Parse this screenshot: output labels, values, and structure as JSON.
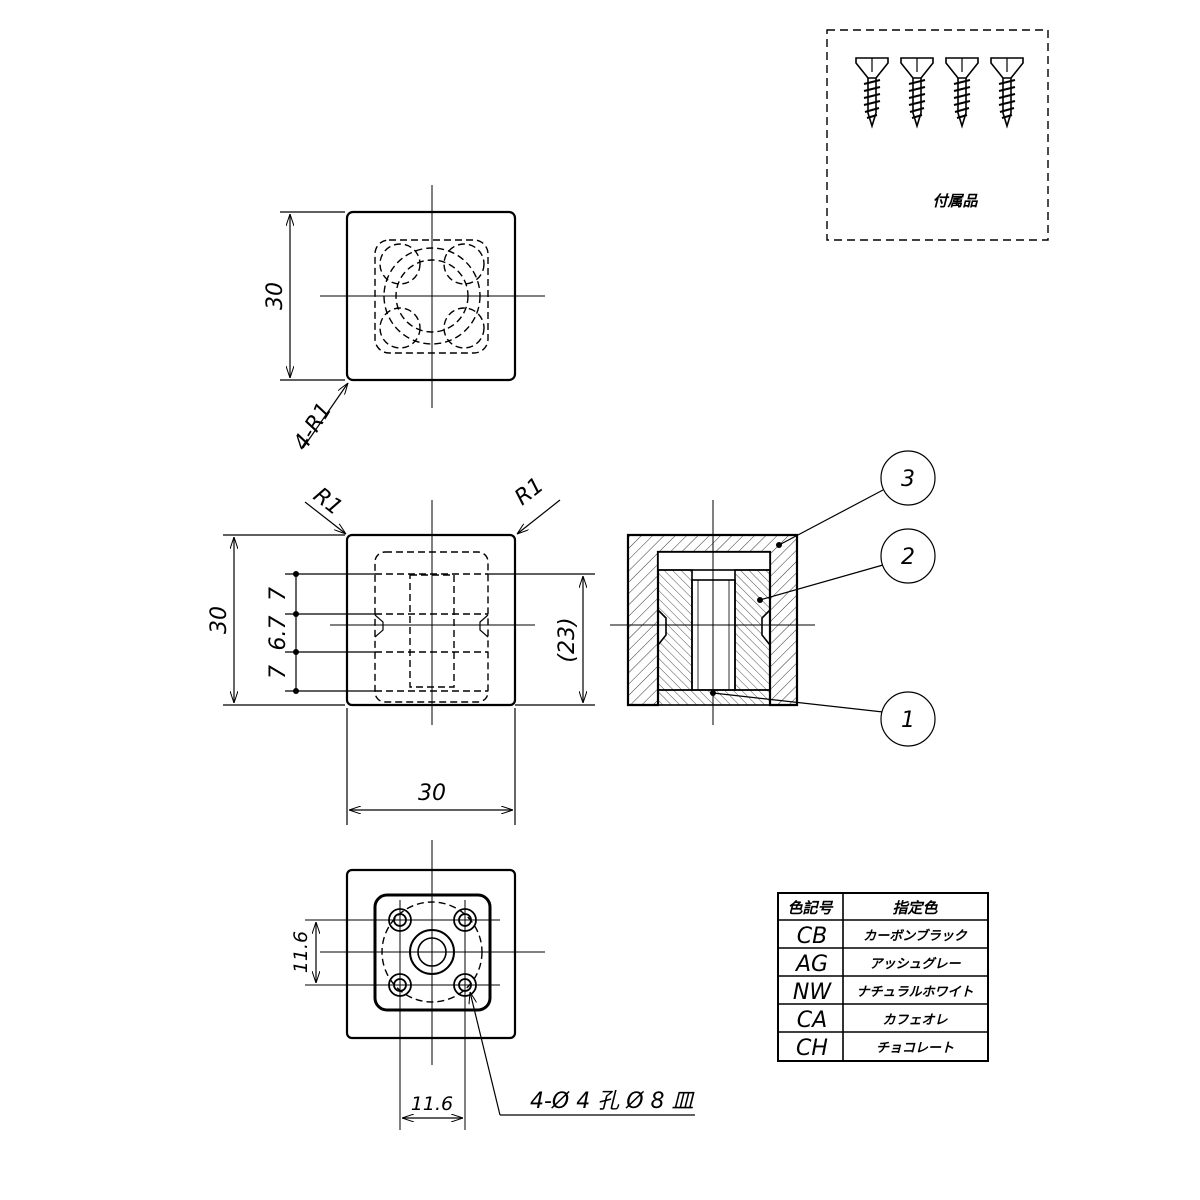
{
  "accessory_box": {
    "label": "付属品",
    "screw_count": 4
  },
  "top_view": {
    "width_dim": "30",
    "corner_radius": "4-R1"
  },
  "front_view": {
    "height_dim": "30",
    "width_dim": "30",
    "radius_left": "R1",
    "radius_right": "R1",
    "pitch_dims": [
      "7",
      "6.7",
      "7"
    ],
    "reference_dim": "(23)"
  },
  "bottom_view": {
    "pitch_v": "11.6",
    "pitch_h": "11.6",
    "hole_note": "4-Ø 4 孔 Ø 8 皿"
  },
  "balloons": [
    "3",
    "2",
    "1"
  ],
  "color_table": {
    "headers": [
      "色記号",
      "指定色"
    ],
    "rows": [
      {
        "code": "CB",
        "name": "カーボンブラック"
      },
      {
        "code": "AG",
        "name": "アッシュグレー"
      },
      {
        "code": "NW",
        "name": "ナチュラルホワイト"
      },
      {
        "code": "CA",
        "name": "カフェオレ"
      },
      {
        "code": "CH",
        "name": "チョコレート"
      }
    ]
  }
}
